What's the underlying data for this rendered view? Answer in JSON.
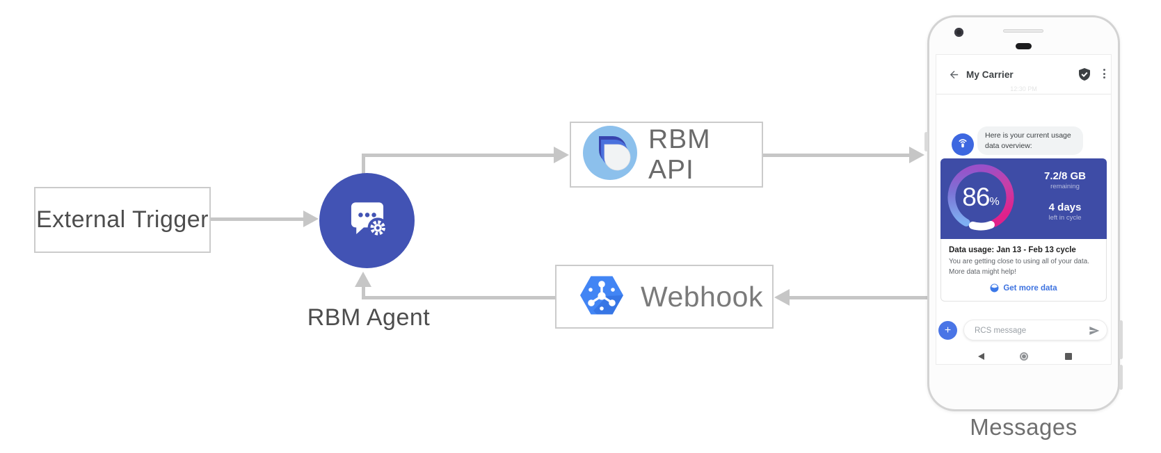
{
  "diagram": {
    "external_trigger_label": "External Trigger",
    "rbm_agent_label": "RBM Agent",
    "rbm_api_label": "RBM API",
    "webhook_label": "Webhook",
    "phone_caption": "Messages"
  },
  "phone": {
    "header": {
      "title": "My Carrier"
    },
    "watermark_time": "12:30 PM",
    "chat": {
      "agent_message": "Here is your current usage data overview:",
      "usage_card": {
        "percent": "86",
        "percent_unit": "%",
        "remaining_value": "7.2/8 GB",
        "remaining_label": "remaining",
        "cycle_days_value": "4 days",
        "cycle_days_label": "left in cycle",
        "title": "Data usage: Jan 13 - Feb 13 cycle",
        "body": "You are getting close to using all of your data. More data might help!",
        "cta_label": "Get more data"
      }
    },
    "composer": {
      "placeholder": "RCS message",
      "plus_label": "+"
    },
    "icons": {
      "status": [
        "square",
        "circle",
        "triangle-down"
      ],
      "nav": [
        "back-triangle",
        "home-circle",
        "recents-square"
      ]
    }
  },
  "colors": {
    "agent_indigo": "#4253b4",
    "card_indigo": "#3e4ca6",
    "gcp_blue": "#4285f4",
    "link_blue": "#3e73e0",
    "avatar_blue": "#3d67e0",
    "line_gray": "#c6c6c6",
    "gauge_gradient": [
      "#7fb0f2",
      "#7b74d6",
      "#9a50c8",
      "#e0218a"
    ]
  }
}
